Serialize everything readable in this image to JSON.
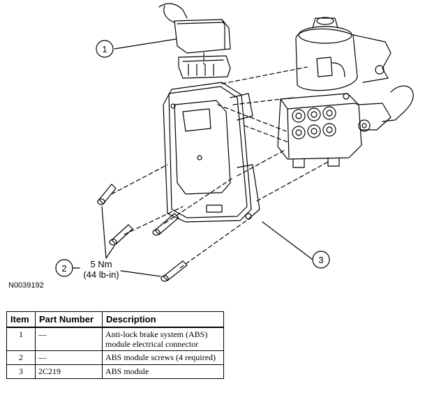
{
  "figure": {
    "id_label": "N0039192",
    "callouts": [
      {
        "number": "1"
      },
      {
        "number": "2"
      },
      {
        "number": "3"
      }
    ],
    "torque": {
      "line1": "5 Nm",
      "line2": "(44 lb-in)"
    }
  },
  "table": {
    "headers": {
      "item": "Item",
      "part_number": "Part Number",
      "description": "Description"
    },
    "rows": [
      {
        "item": "1",
        "part_number": "—",
        "description": "Anti-lock brake system (ABS) module electrical connector"
      },
      {
        "item": "2",
        "part_number": "—",
        "description": "ABS module screws (4 required)"
      },
      {
        "item": "3",
        "part_number": "2C219",
        "description": "ABS module"
      }
    ]
  }
}
